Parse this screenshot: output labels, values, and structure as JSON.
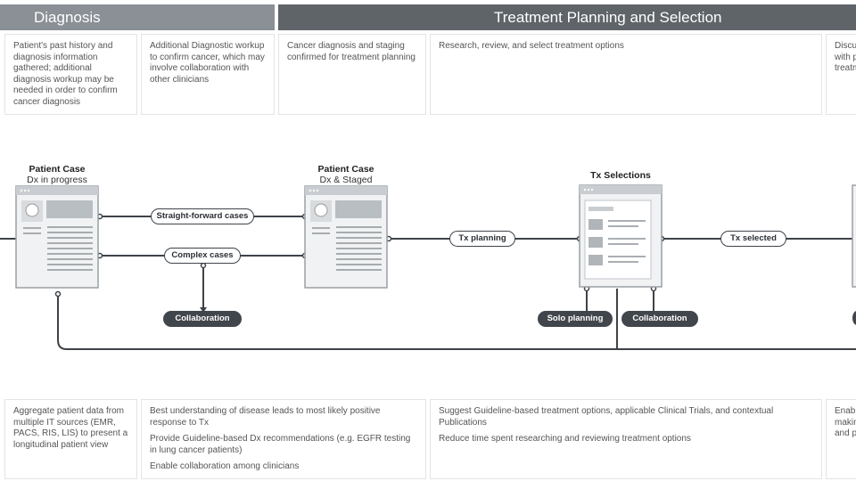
{
  "headers": {
    "diagnosis": "Diagnosis",
    "treatment": "Treatment Planning and Selection"
  },
  "top_boxes": [
    "Patient's past history and diagnosis information gathered; additional diagnosis workup may be needed in order to confirm cancer diagnosis",
    "Additional Diagnostic workup to confirm cancer, which may involve collaboration with other clinicians",
    "Cancer diagnosis and staging confirmed for treatment planning",
    "Research, review, and select treatment options",
    "Discu with p treatm"
  ],
  "nodes": {
    "case1": {
      "title": "Patient Case",
      "subtitle": "Dx in progress"
    },
    "case2": {
      "title": "Patient Case",
      "subtitle": "Dx & Staged"
    },
    "tx": {
      "title": "Tx Selections"
    }
  },
  "pills": {
    "straightforward": "Straight-forward cases",
    "complex": "Complex cases",
    "collab1": "Collaboration",
    "tx_planning": "Tx planning",
    "solo": "Solo planning",
    "collab2": "Collaboration",
    "tx_selected": "Tx selected"
  },
  "bottom_boxes": {
    "b1": [
      "Aggregate patient data from multiple IT sources (EMR, PACS, RIS, LIS) to present a longitudinal patient view"
    ],
    "b2": [
      "Best understanding of disease leads to most likely positive response to Tx",
      "Provide Guideline-based Dx recommendations (e.g. EGFR testing in lung cancer patients)",
      "Enable collaboration among clinicians"
    ],
    "b3": [
      "Suggest Guideline-based treatment options, applicable Clinical Trials, and contextual Publications",
      "Reduce time spent researching and reviewing treatment options"
    ],
    "b4": [
      "Enabl makin and p"
    ]
  },
  "colors": {
    "line": "#3e4349",
    "header_light": "#8a9096",
    "header_dark": "#5f6469"
  }
}
